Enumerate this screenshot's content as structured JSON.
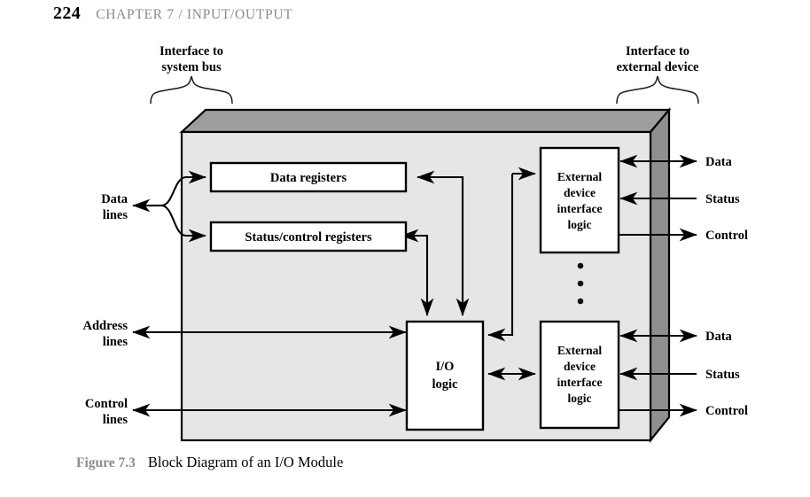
{
  "running_head": {
    "page_number": "224",
    "chapter_title": "CHAPTER 7 / INPUT/OUTPUT"
  },
  "caption": {
    "number": "Figure 7.3",
    "text": "Block Diagram of an I/O Module"
  },
  "diagram": {
    "top_labels": {
      "left": {
        "line1": "Interface to",
        "line2": "system bus"
      },
      "right": {
        "line1": "Interface to",
        "line2": "external device"
      }
    },
    "blocks": {
      "data_registers": "Data registers",
      "status_control_registers": "Status/control registers",
      "io_logic": {
        "line1": "I/O",
        "line2": "logic"
      },
      "external_device_interface_logic": {
        "line1": "External",
        "line2": "device",
        "line3": "interface",
        "line4": "logic"
      }
    },
    "left_bus_labels": [
      {
        "line1": "Data",
        "line2": "lines"
      },
      {
        "line1": "Address",
        "line2": "lines"
      },
      {
        "line1": "Control",
        "line2": "lines"
      }
    ],
    "right_device_labels_top": [
      "Data",
      "Status",
      "Control"
    ],
    "right_device_labels_bottom": [
      "Data",
      "Status",
      "Control"
    ],
    "ellipsis": "•",
    "colors": {
      "module_front_face": "#e6e6e6",
      "module_top_face": "#9d9d9d",
      "module_side_face": "#8f8f8f",
      "block_fill": "#ffffff",
      "line": "#000000",
      "caption_number": "#8c8c8c",
      "chapter_title": "#8a8a8a"
    }
  }
}
